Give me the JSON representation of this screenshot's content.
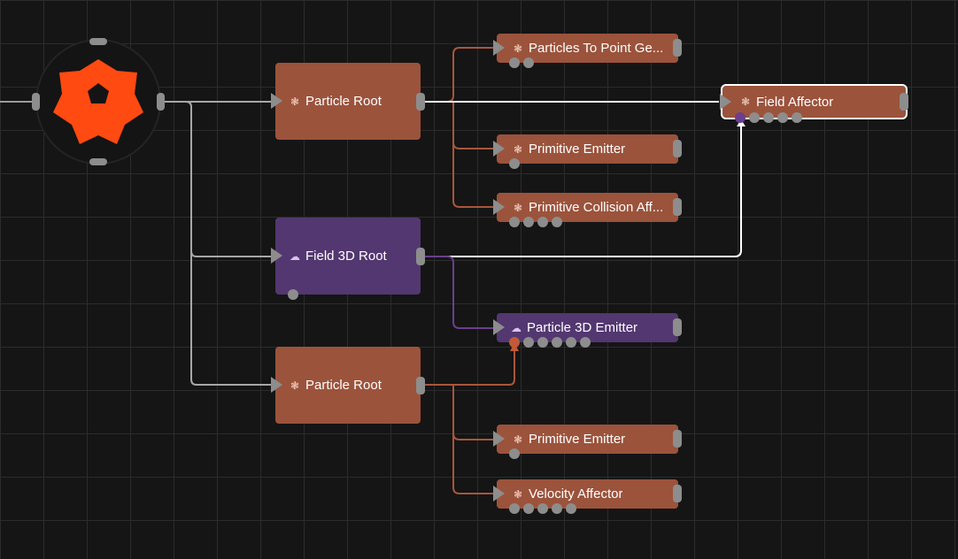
{
  "colors": {
    "particle_node": "#9b533c",
    "field_node": "#533770",
    "particle_wire": "#a8563c",
    "field_wire": "#6a3f8f",
    "data_wire": "#ffffff",
    "logo": "#ff4a11"
  },
  "logo": {
    "icon": "flower-logo-icon"
  },
  "nodes": {
    "particle_root_1": {
      "label": "Particle Root",
      "icon": "particle-icon"
    },
    "particles_to_point": {
      "label": "Particles To Point Ge...",
      "icon": "particle-icon"
    },
    "primitive_emitter_1": {
      "label": "Primitive Emitter",
      "icon": "particle-icon"
    },
    "primitive_collision": {
      "label": "Primitive Collision Aff...",
      "icon": "particle-icon"
    },
    "field_affector": {
      "label": "Field Affector",
      "icon": "particle-icon"
    },
    "field_3d_root": {
      "label": "Field 3D Root",
      "icon": "cloud-icon"
    },
    "particle_3d_emitter": {
      "label": "Particle 3D Emitter",
      "icon": "cloud-icon"
    },
    "particle_root_2": {
      "label": "Particle Root",
      "icon": "particle-icon"
    },
    "primitive_emitter_2": {
      "label": "Primitive Emitter",
      "icon": "particle-icon"
    },
    "velocity_affector": {
      "label": "Velocity Affector",
      "icon": "particle-icon"
    }
  }
}
